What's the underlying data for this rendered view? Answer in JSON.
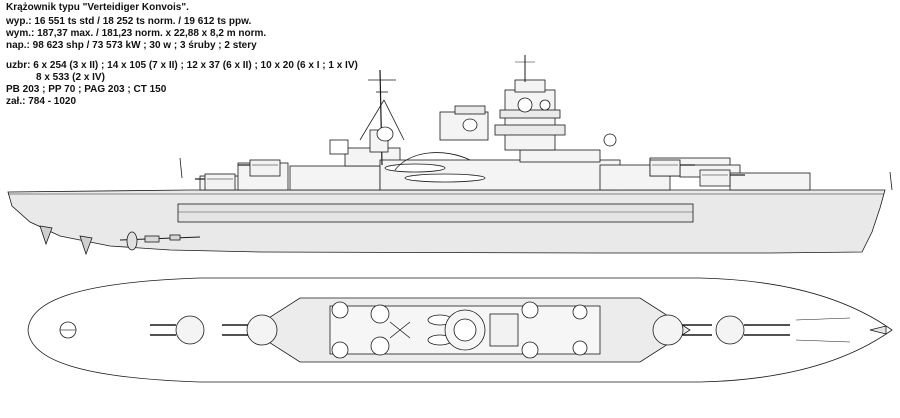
{
  "spec": {
    "title": "Krążownik typu \"Verteidiger Konvois\".",
    "wyp": "wyp.: 16 551 ts std / 18 252 ts norm. / 19 612 ts ppw.",
    "wym": "wym.: 187,37 max. / 181,23 norm. x 22,88 x 8,2 m norm.",
    "nap": "nap.:  98 623 shp / 73 573 kW ; 30 w ; 3 śruby ; 2 stery",
    "uzbr1": "uzbr: 6 x 254 (3 x II) ; 14 x 105 (7 x II) ; 12 x 37 (6 x II) ; 10 x 20 (6 x I ; 1 x IV)",
    "uzbr2": "8 x 533 (2 x IV)",
    "pb": "PB 203 ; PP 70 ; PAG 203 ; CT 150",
    "zal": "zał.: 784 - 1020"
  },
  "colors": {
    "hull": "#e9e9e9",
    "deck": "#dcdcdc",
    "line": "#1a1a1a",
    "paper": "#ffffff"
  }
}
